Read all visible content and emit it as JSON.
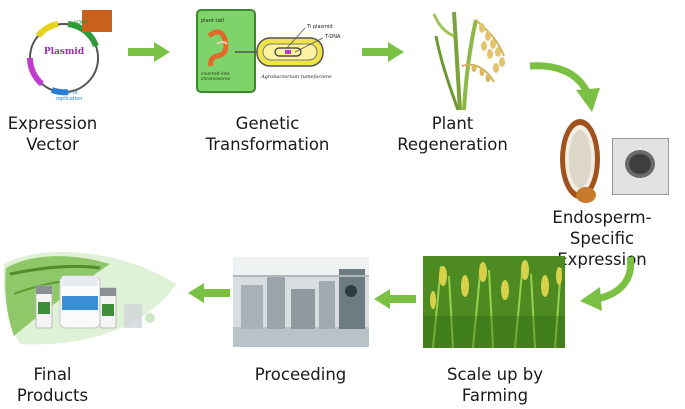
{
  "steps": [
    {
      "id": "expression-vector",
      "label": "Expression\nVector"
    },
    {
      "id": "genetic-transformation",
      "label": "Genetic\nTransformation"
    },
    {
      "id": "plant-regeneration",
      "label": "Plant\nRegeneration"
    },
    {
      "id": "endosperm-expression",
      "label": "Endosperm-Specific\nExpression"
    },
    {
      "id": "scale-up",
      "label": "Scale up by\nFarming"
    },
    {
      "id": "proceeding",
      "label": "Proceeding"
    },
    {
      "id": "final-products",
      "label": "Final\nProducts"
    }
  ],
  "plasmid": {
    "title": "Plasmid",
    "marker_top": "hDNA",
    "origin": "Origin of\nreplication"
  },
  "transformation": {
    "plant_cell": "plant cell",
    "ti_plasmid": "Ti plasmid",
    "t_dna": "T-DNA",
    "bacterium": "Agrobacterium tumefaciens",
    "chromosome": "inserted into\nchromosome"
  },
  "colors": {
    "arrow": "#79c043",
    "label": "#1a1a1a"
  }
}
